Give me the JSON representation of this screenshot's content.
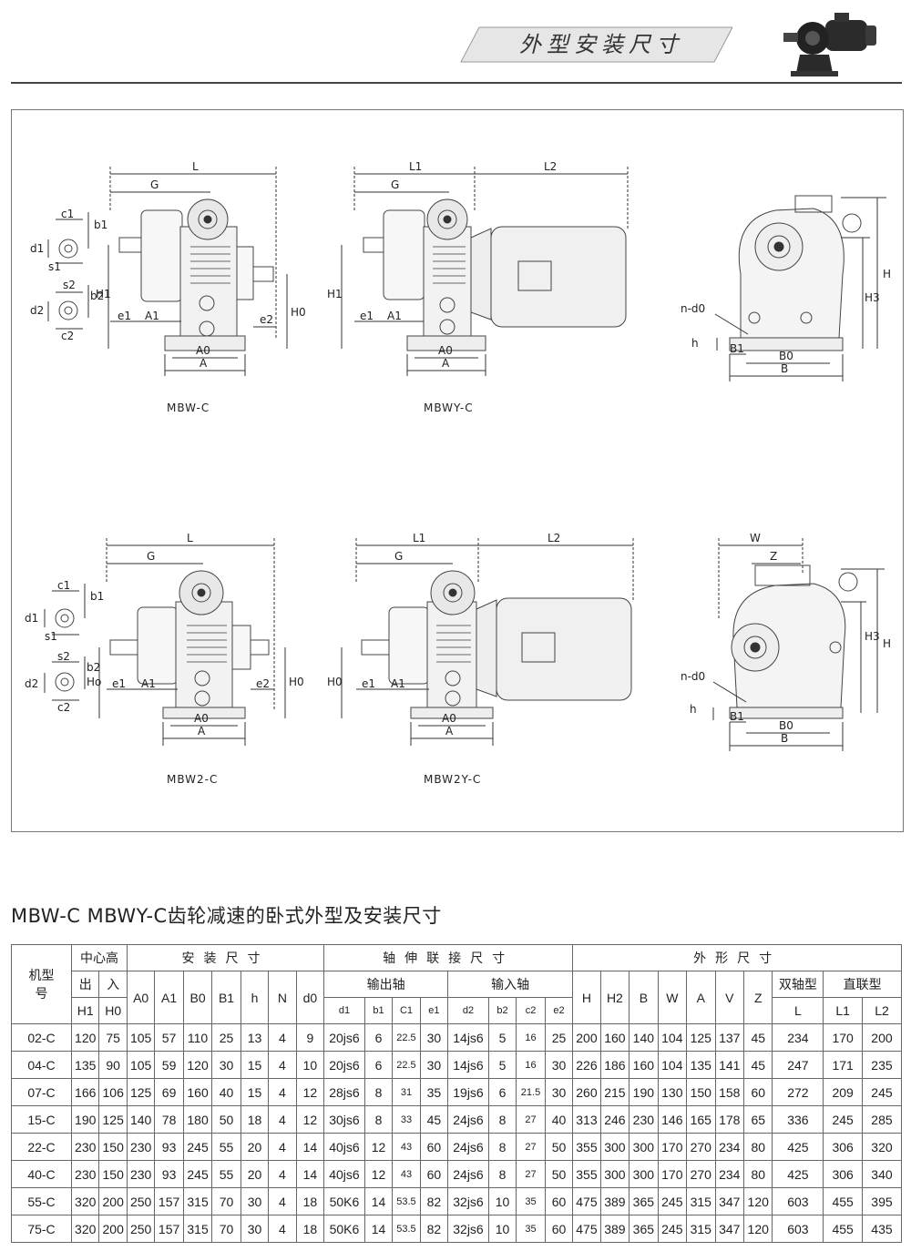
{
  "header": {
    "title": "外型安装尺寸"
  },
  "drawings": [
    {
      "caption": "MBW-C",
      "labels": {
        "L": "L",
        "G": "G",
        "c1": "c1",
        "b1": "b1",
        "d1": "d1",
        "s1": "s1",
        "s2": "s2",
        "b2": "b2",
        "d2": "d2",
        "c2": "c2",
        "H1": "H1",
        "e1": "e1",
        "A1": "A1",
        "A0": "A0",
        "A": "A",
        "e2": "e2",
        "H0": "H0"
      }
    },
    {
      "caption": "MBWY-C",
      "labels": {
        "L1": "L1",
        "L2": "L2",
        "G": "G",
        "H1": "H1",
        "e1": "e1",
        "A1": "A1",
        "A0": "A0",
        "A": "A"
      }
    },
    {
      "caption": "",
      "labels": {
        "H": "H",
        "H3": "H3",
        "n_d0": "n-d0",
        "h": "h",
        "B1": "B1",
        "B0": "B0",
        "B": "B"
      }
    },
    {
      "caption": "MBW2-C",
      "labels": {
        "L": "L",
        "G": "G",
        "c1": "c1",
        "b1": "b1",
        "d1": "d1",
        "s1": "s1",
        "s2": "s2",
        "b2": "b2",
        "d2": "d2",
        "c2": "c2",
        "H0": "Ho",
        "e1": "e1",
        "A1": "A1",
        "A0": "A0",
        "A": "A",
        "e2": "e2",
        "H0b": "H0"
      }
    },
    {
      "caption": "MBW2Y-C",
      "labels": {
        "L1": "L1",
        "L2": "L2",
        "G": "G",
        "H0": "H0",
        "e1": "e1",
        "A1": "A1",
        "A0": "A0",
        "A": "A"
      }
    },
    {
      "caption": "",
      "labels": {
        "W": "W",
        "Z": "Z",
        "H": "H",
        "H3": "H3",
        "n_d0": "n-d0",
        "h": "h",
        "B1": "B1",
        "B0": "B0",
        "B": "B"
      }
    }
  ],
  "table": {
    "title": "MBW-C MBWY-C齿轮减速的卧式外型及安装尺寸",
    "col_model": "机型号",
    "col_center": "中心高",
    "col_out": "出",
    "col_in": "入",
    "col_install": "安装尺寸",
    "col_shaft": "轴伸联接尺寸",
    "col_outshaft": "输出轴",
    "col_inshaft": "输入轴",
    "col_outline": "外形尺寸",
    "col_double": "双轴型",
    "col_direct": "直联型",
    "sub_headers": [
      "H1",
      "H0",
      "A0",
      "A1",
      "B0",
      "B1",
      "h",
      "N",
      "d0",
      "d1",
      "b1",
      "C1",
      "e1",
      "d2",
      "b2",
      "c2",
      "e2",
      "H",
      "H2",
      "B",
      "W",
      "A",
      "V",
      "Z",
      "L",
      "L1",
      "L2"
    ],
    "rows": [
      [
        "02-C",
        "120",
        "75",
        "105",
        "57",
        "110",
        "25",
        "13",
        "4",
        "9",
        "20js6",
        "6",
        "22.5",
        "30",
        "14js6",
        "5",
        "16",
        "25",
        "200",
        "160",
        "140",
        "104",
        "125",
        "137",
        "45",
        "234",
        "170",
        "200"
      ],
      [
        "04-C",
        "135",
        "90",
        "105",
        "59",
        "120",
        "30",
        "15",
        "4",
        "10",
        "20js6",
        "6",
        "22.5",
        "30",
        "14js6",
        "5",
        "16",
        "30",
        "226",
        "186",
        "160",
        "104",
        "135",
        "141",
        "45",
        "247",
        "171",
        "235"
      ],
      [
        "07-C",
        "166",
        "106",
        "125",
        "69",
        "160",
        "40",
        "15",
        "4",
        "12",
        "28js6",
        "8",
        "31",
        "35",
        "19js6",
        "6",
        "21.5",
        "30",
        "260",
        "215",
        "190",
        "130",
        "150",
        "158",
        "60",
        "272",
        "209",
        "245"
      ],
      [
        "15-C",
        "190",
        "125",
        "140",
        "78",
        "180",
        "50",
        "18",
        "4",
        "12",
        "30js6",
        "8",
        "33",
        "45",
        "24js6",
        "8",
        "27",
        "40",
        "313",
        "246",
        "230",
        "146",
        "165",
        "178",
        "65",
        "336",
        "245",
        "285"
      ],
      [
        "22-C",
        "230",
        "150",
        "230",
        "93",
        "245",
        "55",
        "20",
        "4",
        "14",
        "40js6",
        "12",
        "43",
        "60",
        "24js6",
        "8",
        "27",
        "50",
        "355",
        "300",
        "300",
        "170",
        "270",
        "234",
        "80",
        "425",
        "306",
        "320"
      ],
      [
        "40-C",
        "230",
        "150",
        "230",
        "93",
        "245",
        "55",
        "20",
        "4",
        "14",
        "40js6",
        "12",
        "43",
        "60",
        "24js6",
        "8",
        "27",
        "50",
        "355",
        "300",
        "300",
        "170",
        "270",
        "234",
        "80",
        "425",
        "306",
        "340"
      ],
      [
        "55-C",
        "320",
        "200",
        "250",
        "157",
        "315",
        "70",
        "30",
        "4",
        "18",
        "50K6",
        "14",
        "53.5",
        "82",
        "32js6",
        "10",
        "35",
        "60",
        "475",
        "389",
        "365",
        "245",
        "315",
        "347",
        "120",
        "603",
        "455",
        "395"
      ],
      [
        "75-C",
        "320",
        "200",
        "250",
        "157",
        "315",
        "70",
        "30",
        "4",
        "18",
        "50K6",
        "14",
        "53.5",
        "82",
        "32js6",
        "10",
        "35",
        "60",
        "475",
        "389",
        "365",
        "245",
        "315",
        "347",
        "120",
        "603",
        "455",
        "435"
      ]
    ]
  }
}
